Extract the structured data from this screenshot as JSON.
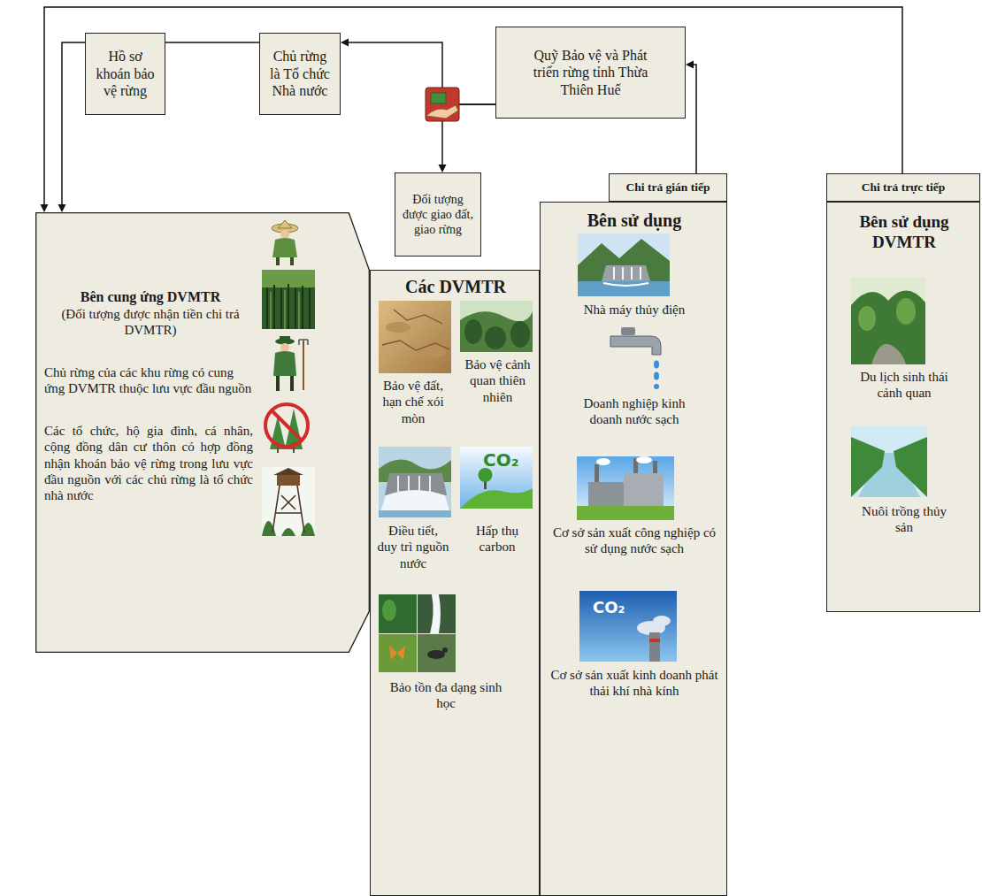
{
  "diagram": {
    "nodes": [
      {
        "text": [
          "Hồ sơ khoán bảo vệ rừng"
        ]
      },
      {
        "text": [
          "Chủ rừng là Tổ chức Nhà nước"
        ]
      },
      {
        "text": [
          "Quỹ Bảo vệ và Phát triển rừng tỉnh Thừa Thiên Huế"
        ]
      },
      {
        "text": [
          "Đối tượng được giao đất, giao rừng"
        ]
      },
      {
        "text": [
          "Chi trả gián tiếp"
        ]
      },
      {
        "text": [
          "Chi trả trực tiếp"
        ]
      },
      {
        "text": [
          "Bên cung ứng DVMTR",
          "(Đối tượng được nhận tiền chi trả DVMTR)",
          "Chủ rừng của các khu rừng có cung ứng DVMTR thuộc lưu vực đầu nguồn",
          "Các tổ chức, hộ gia đình, cá nhân, cộng đồng dân cư thôn có hợp đồng nhận khoán bảo vệ rừng trong lưu vực đầu nguồn với các chủ rừng là tổ chức nhà nước"
        ]
      },
      {
        "text": [
          "Các DVMTR",
          "Bảo vệ đất, hạn chế xói mòn",
          "Bảo vệ cảnh quan thiên nhiên",
          "Điều tiết, duy trì nguồn nước",
          "Hấp thụ carbon",
          "Bảo tồn đa dạng sinh học"
        ]
      },
      {
        "text": [
          "Bên sử dụng",
          "Nhà máy thủy điện",
          "Doanh nghiệp kinh doanh nước sạch",
          "Cơ sở sản xuất công nghiệp có sử dụng nước sạch",
          "Cơ sở sản xuất kinh doanh phát thải khí nhà kính"
        ]
      },
      {
        "text": [
          "Bên sử dụng DVMTR",
          "Du lịch sinh thái cảnh quan",
          "Nuôi trồng thủy sản"
        ]
      }
    ],
    "edges": [
      {
        "from": 0,
        "to": 1,
        "arrow": "none"
      },
      {
        "from": 0,
        "to": 6,
        "arrow": "to"
      },
      {
        "from": 2,
        "to": 1,
        "arrow": "to"
      },
      {
        "from": 2,
        "to": 3,
        "arrow": "to"
      },
      {
        "from": 4,
        "to": 2,
        "arrow": "to"
      },
      {
        "from": 5,
        "to": 6,
        "arrow": "to"
      }
    ],
    "labels": [
      "CO₂",
      "CO₂"
    ]
  }
}
